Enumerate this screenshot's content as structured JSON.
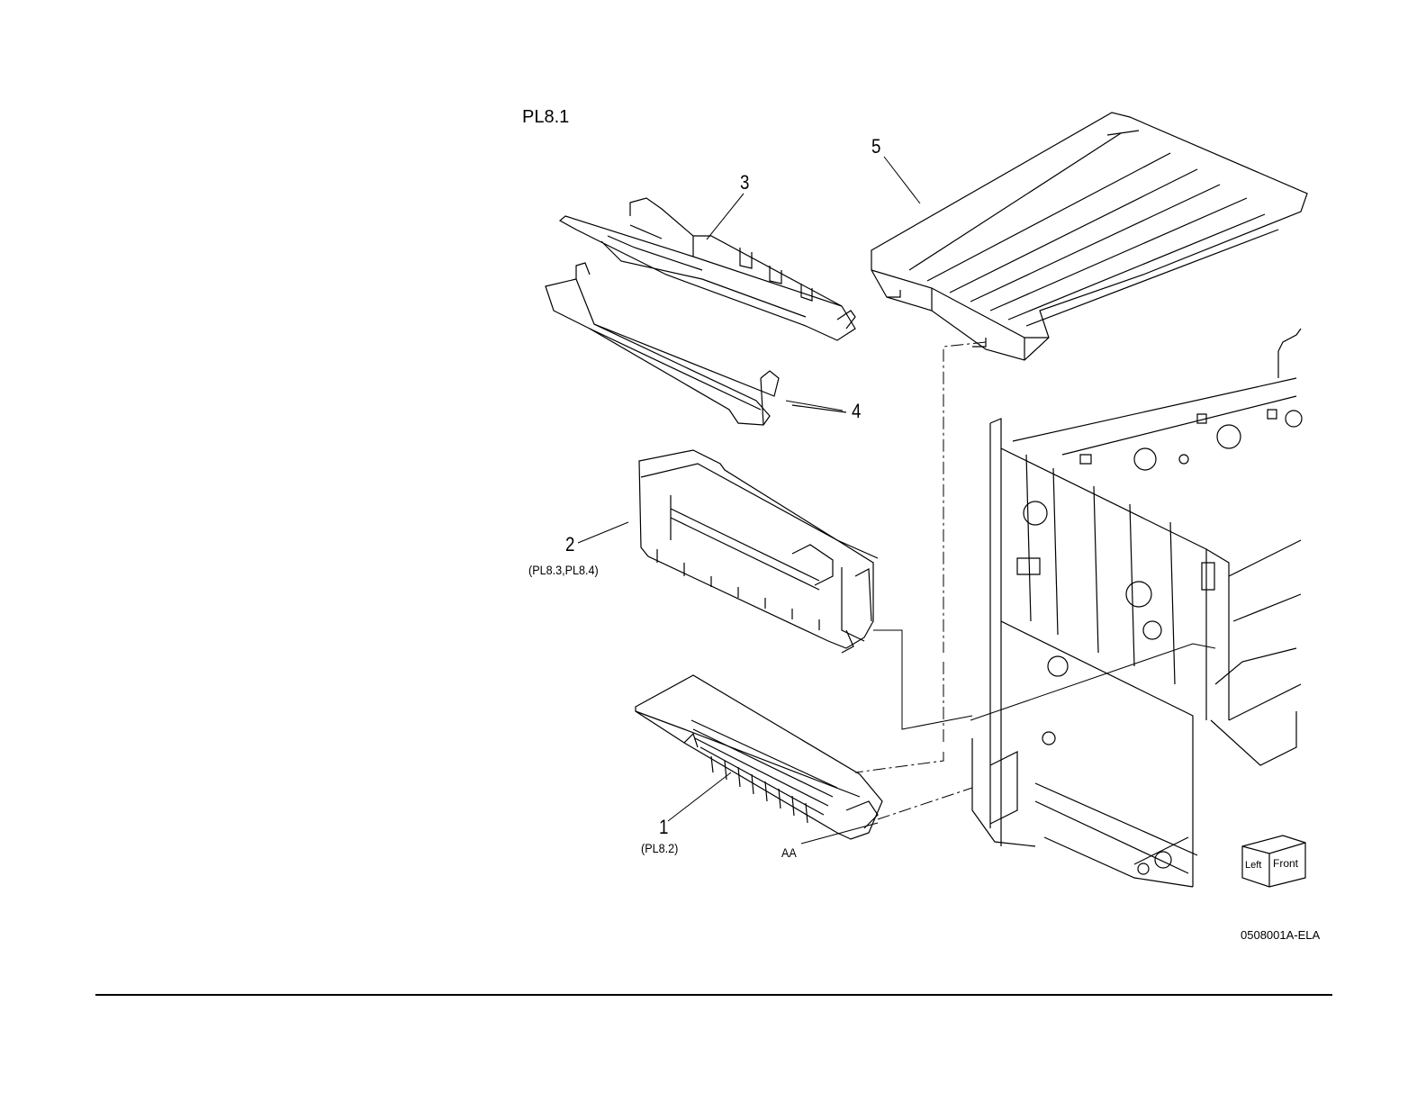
{
  "plate_id": "PL8.1",
  "figure_code": "0508001A-ELA",
  "callouts": [
    {
      "item": "1",
      "ref": "(PL8.2)"
    },
    {
      "item": "2",
      "ref": "(PL8.3,PL8.4)"
    },
    {
      "item": "3",
      "ref": ""
    },
    {
      "item": "4",
      "ref": ""
    },
    {
      "item": "5",
      "ref": ""
    }
  ],
  "detail_label": "AA",
  "orientation_cube": {
    "left": "Left",
    "front": "Front"
  },
  "colors": {
    "line": "#000000",
    "paper": "#ffffff"
  }
}
